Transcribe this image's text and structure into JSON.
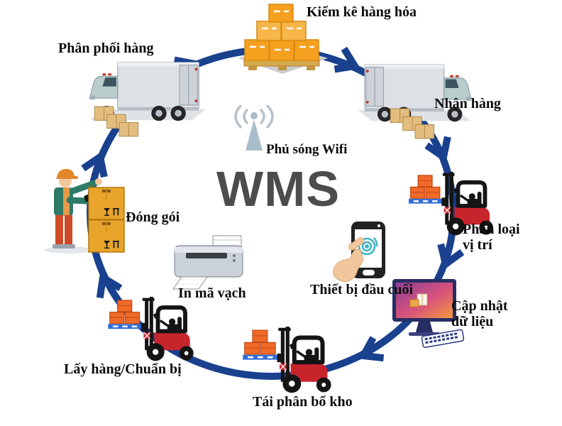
{
  "diagram_title": "WMS warehouse management cycle",
  "center": {
    "wms": "WMS",
    "wifi_caption": "Phủ sóng Wifi",
    "wifi_icon": "wifi-antenna-icon"
  },
  "nodes": [
    {
      "id": "kiem-ke",
      "label": "Kiểm kê hàng hóa",
      "icon": "pallet-boxes-icon"
    },
    {
      "id": "phan-phoi",
      "label": "Phân phối hàng",
      "icon": "delivery-truck-icon"
    },
    {
      "id": "nhan-hang",
      "label": "Nhận hàng",
      "icon": "delivery-truck-icon"
    },
    {
      "id": "phan-loai",
      "label": "Phân loại vị trí",
      "lines": [
        "Phân loại",
        "vị trí"
      ],
      "icon": "forklift-icon"
    },
    {
      "id": "cap-nhat",
      "label": "Cập nhật dữ liệu",
      "lines": [
        "Cập nhật",
        "dữ liệu"
      ],
      "icon": "computer-monitor-icon"
    },
    {
      "id": "tai-phan-bo",
      "label": "Tái phân bổ kho",
      "icon": "forklift-icon"
    },
    {
      "id": "lay-hang",
      "label": "Lấy hàng/Chuẩn bị",
      "icon": "forklift-icon"
    },
    {
      "id": "dong-goi",
      "label": "Đóng gói",
      "icon": "warehouse-worker-icon"
    },
    {
      "id": "in-ma-vach",
      "label": "In mã vạch",
      "icon": "barcode-printer-icon"
    },
    {
      "id": "thiet-bi",
      "label": "Thiết bị đầu cuối",
      "icon": "handheld-terminal-icon"
    }
  ],
  "flow": {
    "direction": "clockwise",
    "order": [
      "Phân phối hàng",
      "Kiểm kê hàng hóa",
      "Nhận hàng",
      "Phân loại vị trí",
      "Cập nhật dữ liệu",
      "Tái phân bổ kho",
      "Lấy hàng/Chuẩn bị",
      "Đóng gói"
    ]
  },
  "colors": {
    "arrow_blue": "#19418e",
    "wms_gray": "#4c4c4c",
    "label_black": "#0b0b0b",
    "carton_orange": "#f5a01e",
    "crate_orange_red": "#f06a28",
    "forklift_red": "#c8242c",
    "pallet_blue": "#2e6cd9",
    "truck_gray": "#dde1e5",
    "monitor_navy": "#272e63",
    "touch_teal": "#3fb3c4",
    "skin": "#f2c79d"
  }
}
